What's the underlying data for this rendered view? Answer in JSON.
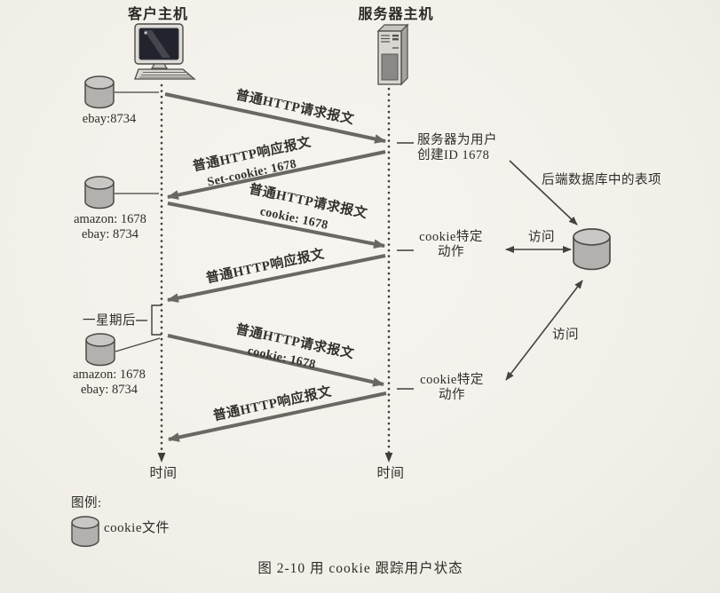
{
  "colors": {
    "paper": "#f4f1eb",
    "ink": "#2f2c29",
    "arrow_gray": "#6b6762",
    "thin_line": "#45423f",
    "cylinder_body": "#b3b1ad",
    "cylinder_top": "#c9c7c3",
    "cylinder_outline": "#4c4a47"
  },
  "client": {
    "title": "客户主机"
  },
  "server": {
    "title": "服务器主机"
  },
  "messages": [
    {
      "label": "普通HTTP请求报文",
      "sub": ""
    },
    {
      "label": "普通HTTP响应报文",
      "sub": "Set-cookie: 1678"
    },
    {
      "label": "普通HTTP请求报文",
      "sub": "cookie: 1678"
    },
    {
      "label": "普通HTTP响应报文",
      "sub": ""
    },
    {
      "label": "普通HTTP请求报文",
      "sub": "cookie: 1678"
    },
    {
      "label": "普通HTTP响应报文",
      "sub": ""
    }
  ],
  "cookie_files": [
    {
      "line1": "ebay:8734",
      "line2": ""
    },
    {
      "line1": "amazon: 1678",
      "line2": "ebay: 8734"
    },
    {
      "line1": "amazon: 1678",
      "line2": "ebay: 8734"
    }
  ],
  "annotations": {
    "create_id_line1": "服务器为用户",
    "create_id_line2": "创建ID 1678",
    "db_entry": "后端数据库中的表项",
    "cookie_action_line1": "cookie特定",
    "cookie_action_line2": "动作",
    "access": "访问",
    "week_later": "一星期后"
  },
  "timeline_label": "时间",
  "legend": {
    "title": "图例:",
    "cookie_file": "cookie文件"
  },
  "caption": "图 2-10  用 cookie 跟踪用户状态"
}
